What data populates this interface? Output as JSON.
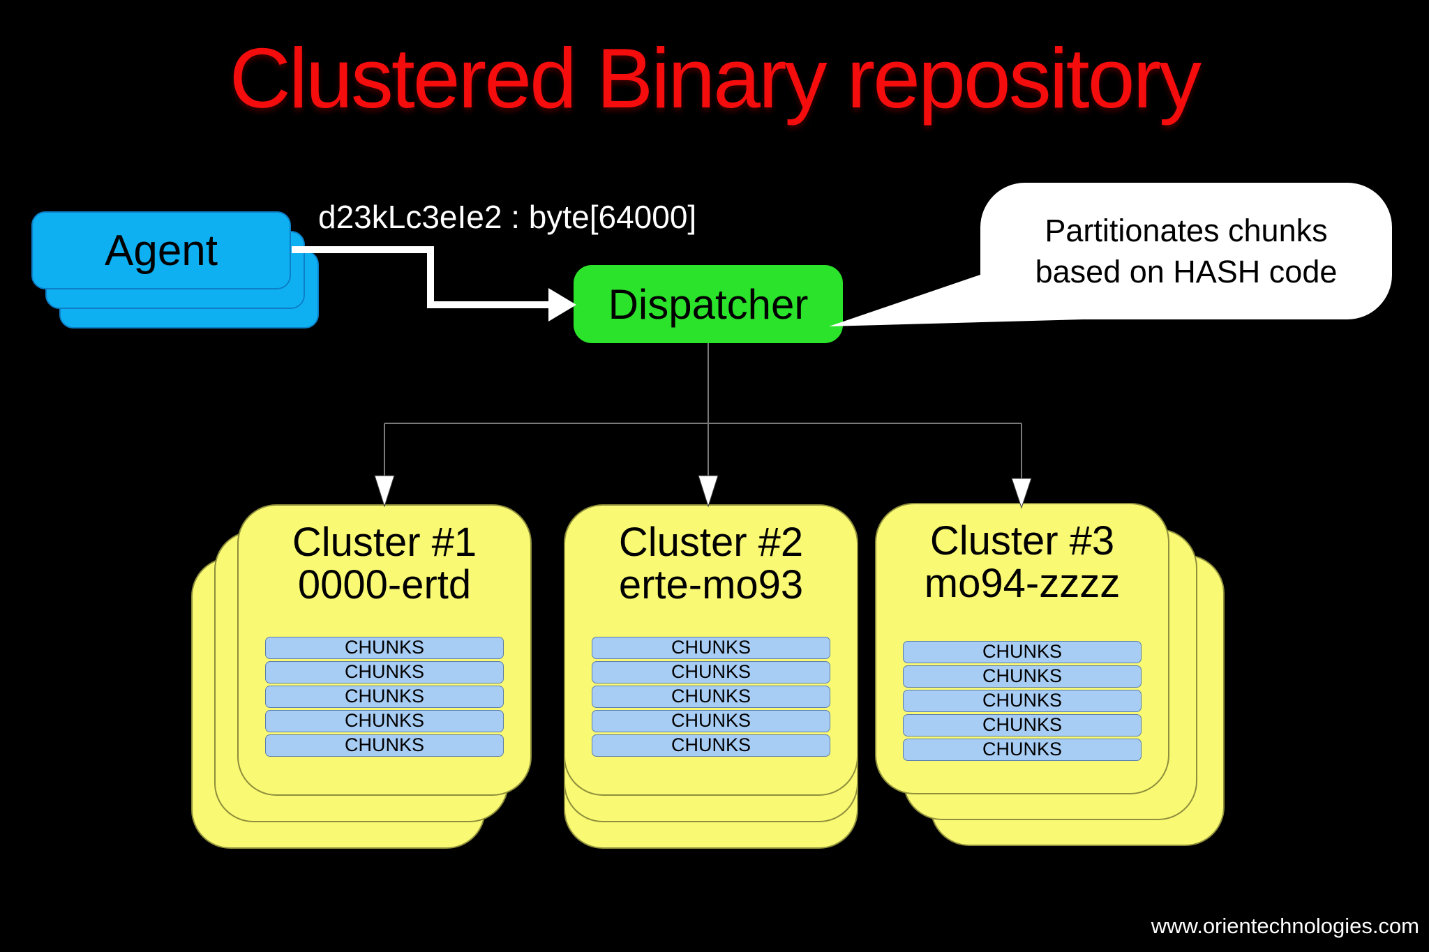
{
  "title": "Clustered Binary repository",
  "agent": {
    "label": "Agent"
  },
  "request_label": "d23kLc3eIe2 : byte[64000]",
  "dispatcher": {
    "label": "Dispatcher"
  },
  "callout": {
    "line1": "Partitionates chunks",
    "line2": "based on HASH code"
  },
  "clusters": [
    {
      "name": "Cluster #1",
      "range": "0000-ertd",
      "chunks": [
        "CHUNKS",
        "CHUNKS",
        "CHUNKS",
        "CHUNKS",
        "CHUNKS"
      ]
    },
    {
      "name": "Cluster #2",
      "range": "erte-mo93",
      "chunks": [
        "CHUNKS",
        "CHUNKS",
        "CHUNKS",
        "CHUNKS",
        "CHUNKS"
      ]
    },
    {
      "name": "Cluster #3",
      "range": "mo94-zzzz",
      "chunks": [
        "CHUNKS",
        "CHUNKS",
        "CHUNKS",
        "CHUNKS",
        "CHUNKS"
      ]
    }
  ],
  "footer": {
    "url": "www.orientechnologies.com"
  },
  "colors": {
    "background": "#000000",
    "title_red": "#f50d0d",
    "agent_blue": "#0fb0f2",
    "dispatcher_green": "#2be32b",
    "cluster_yellow": "#f9f973",
    "chunk_blue": "#a8cdf4",
    "callout_white": "#ffffff",
    "connector_gray": "#7a7a7a"
  }
}
